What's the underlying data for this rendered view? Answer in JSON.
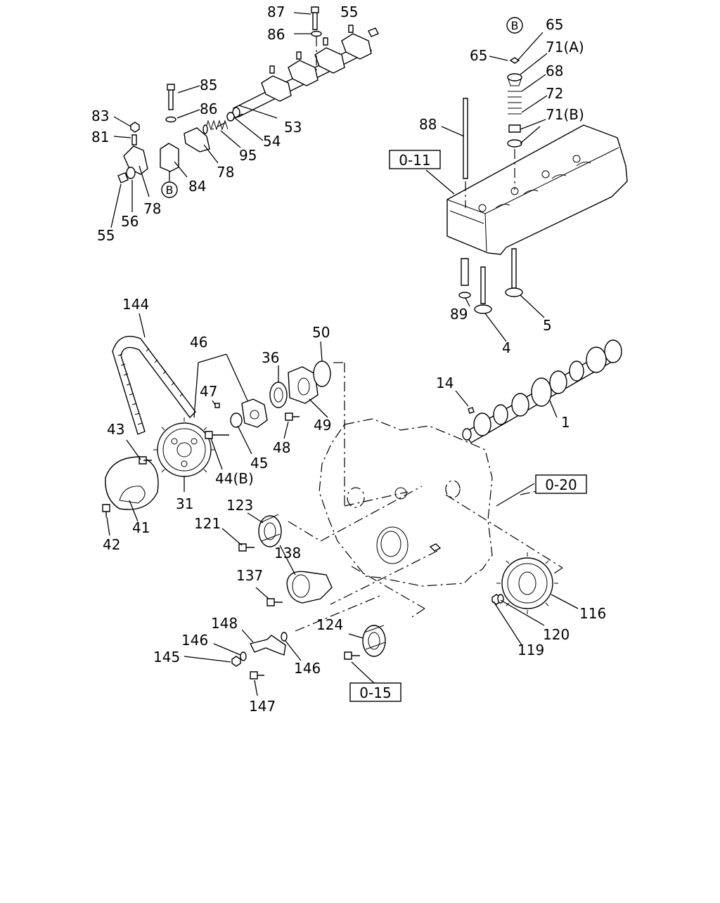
{
  "callouts": [
    "87",
    "55",
    "86",
    "85",
    "86",
    "83",
    "81",
    "53",
    "54",
    "95",
    "78",
    "84",
    "78",
    "56",
    "55",
    "65",
    "65",
    "71(A)",
    "68",
    "72",
    "71(B)",
    "88",
    "89",
    "4",
    "5",
    "144",
    "46",
    "47",
    "36",
    "50",
    "49",
    "48",
    "45",
    "44(B)",
    "43",
    "31",
    "41",
    "42",
    "14",
    "1",
    "123",
    "121",
    "138",
    "137",
    "116",
    "120",
    "119",
    "148",
    "146",
    "145",
    "146",
    "147",
    "124"
  ],
  "circle_markers": [
    "B",
    "B"
  ],
  "reference_boxes": [
    "0-11",
    "0-20",
    "0-15"
  ]
}
